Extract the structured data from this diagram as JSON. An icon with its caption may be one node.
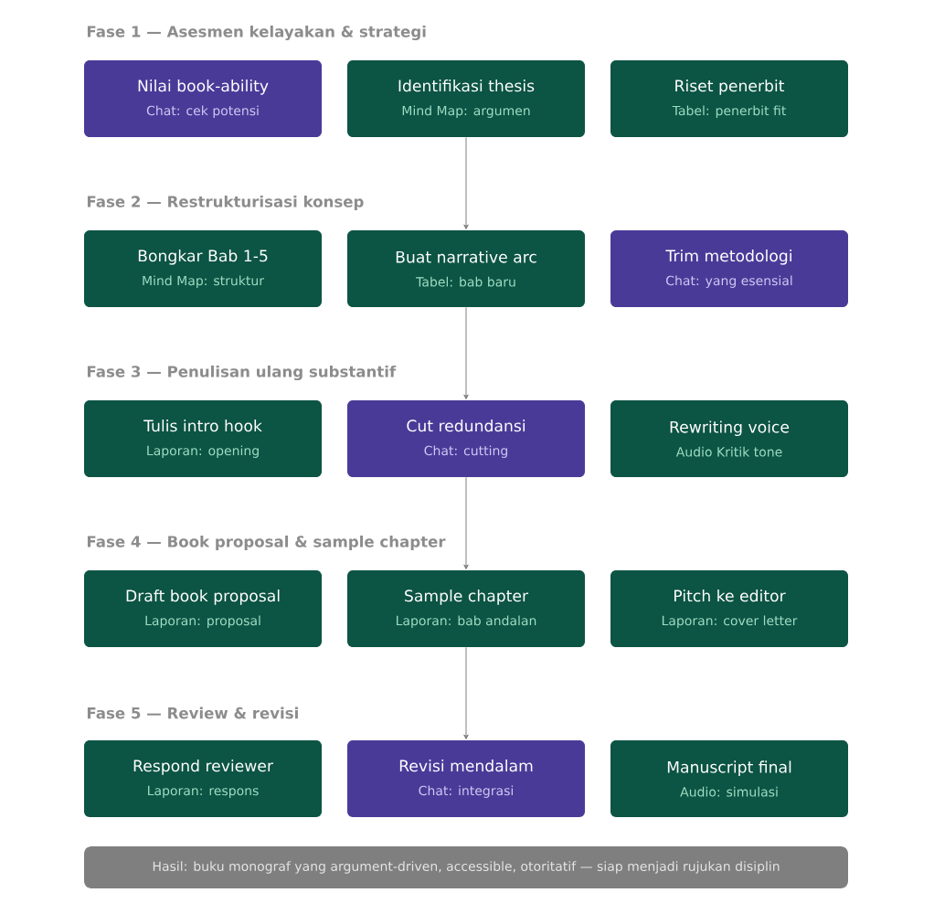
{
  "diagram": {
    "nodes": [
      {
        "text": [
          "Nilai book-ability",
          "Chat: cek potensi"
        ]
      },
      {
        "text": [
          "Identifikasi thesis",
          "Mind Map: argumen"
        ]
      },
      {
        "text": [
          "Riset penerbit",
          "Tabel: penerbit fit"
        ]
      },
      {
        "text": [
          "Bongkar Bab 1-5",
          "Mind Map: struktur"
        ]
      },
      {
        "text": [
          "Buat narrative arc",
          "Tabel: bab baru"
        ]
      },
      {
        "text": [
          "Trim metodologi",
          "Chat: yang esensial"
        ]
      },
      {
        "text": [
          "Tulis intro hook",
          "Laporan: opening"
        ]
      },
      {
        "text": [
          "Cut redundansi",
          "Chat: cutting"
        ]
      },
      {
        "text": [
          "Rewriting voice",
          "Audio Kritik tone"
        ]
      },
      {
        "text": [
          "Draft book proposal",
          "Laporan: proposal"
        ]
      },
      {
        "text": [
          "Sample chapter",
          "Laporan: bab andalan"
        ]
      },
      {
        "text": [
          "Pitch ke editor",
          "Laporan: cover letter"
        ]
      },
      {
        "text": [
          "Respond reviewer",
          "Laporan: respons"
        ]
      },
      {
        "text": [
          "Revisi mendalam",
          "Chat: integrasi"
        ]
      },
      {
        "text": [
          "Manuscript final",
          "Audio: simulasi"
        ]
      },
      {
        "text": [
          "Hasil: buku monograf yang argument-driven, accessible, otoritatif — siap menjadi rujukan disiplin"
        ]
      }
    ],
    "edges": [
      {
        "from": 1,
        "to": 4,
        "arrow": "to"
      },
      {
        "from": 4,
        "to": 7,
        "arrow": "to"
      },
      {
        "from": 7,
        "to": 10,
        "arrow": "to"
      },
      {
        "from": 10,
        "to": 13,
        "arrow": "to"
      }
    ],
    "labels": [
      "Fase 1 — Asesmen kelayakan & strategi",
      "Fase 2 — Restrukturisasi konsep",
      "Fase 3 — Penulisan ulang substantif",
      "Fase 4 — Book proposal & sample chapter",
      "Fase 5 — Review & revisi"
    ]
  }
}
